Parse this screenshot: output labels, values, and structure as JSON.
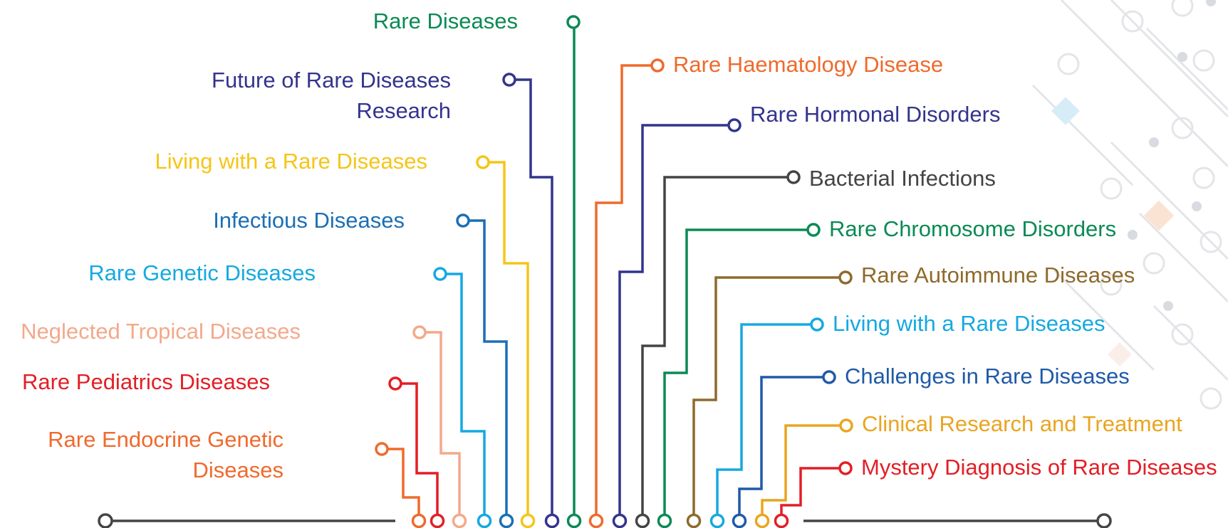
{
  "topics_left": [
    {
      "text": "Rare Diseases",
      "color": "#0b8a55"
    },
    {
      "text": "Future of Rare Diseases Research",
      "lines": [
        "Future of Rare Diseases",
        "Research"
      ],
      "color": "#33348e"
    },
    {
      "text": "Living with a Rare Diseases",
      "color": "#f5c518"
    },
    {
      "text": "Infectious Diseases",
      "color": "#1c6fb5"
    },
    {
      "text": "Rare Genetic Diseases",
      "color": "#15a9e0"
    },
    {
      "text": "Neglected Tropical Diseases",
      "color": "#f3a98b"
    },
    {
      "text": "Rare Pediatrics Diseases",
      "color": "#e31e26"
    },
    {
      "text": "Rare Endocrine Genetic Diseases",
      "lines": [
        "Rare Endocrine Genetic",
        "Diseases"
      ],
      "color": "#ef6a2d"
    }
  ],
  "topics_right": [
    {
      "text": "Rare Haematology Disease",
      "color": "#ef6a2d"
    },
    {
      "text": "Rare Hormonal Disorders",
      "color": "#33348e"
    },
    {
      "text": "Bacterial Infections",
      "color": "#444444"
    },
    {
      "text": "Rare Chromosome Disorders",
      "color": "#0b8a55"
    },
    {
      "text": "Rare Autoimmune Diseases",
      "color": "#8e6a2b"
    },
    {
      "text": "Living with a Rare Diseases",
      "color": "#15a9e0"
    },
    {
      "text": "Challenges in Rare Diseases",
      "color": "#1f5aa8"
    },
    {
      "text": "Clinical Research and Treatment",
      "color": "#e9a520"
    },
    {
      "text": "Mystery Diagnosis of Rare Diseases",
      "color": "#e31e26"
    }
  ],
  "baseline_color": "#444444"
}
